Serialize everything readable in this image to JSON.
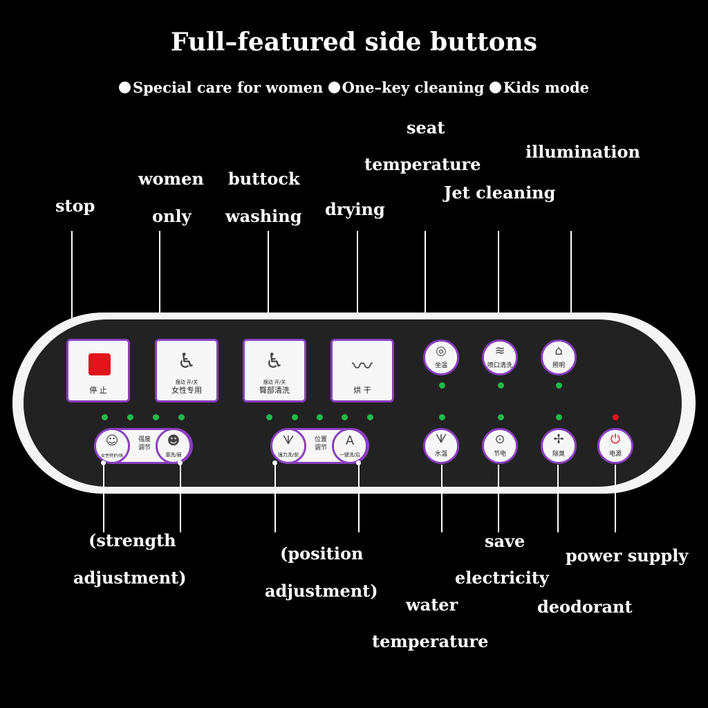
{
  "title": "Full–featured side buttons",
  "features": [
    "Special care for women",
    "One–key cleaning",
    "Kids mode"
  ],
  "labels": {
    "stop": "stop",
    "women_1": "women",
    "women_2": "only",
    "buttock_1": "buttock",
    "buttock_2": "washing",
    "drying": "drying",
    "seat_1": "seat",
    "seat_2": "temperature",
    "illumination": "illumination",
    "jet": "Jet cleaning",
    "strength_1": "(strength",
    "strength_2": "adjustment)",
    "position_1": "(position",
    "position_2": "adjustment)",
    "water_1": "water",
    "water_2": "temperature",
    "save_1": "save",
    "save_2": "electricity",
    "deodorant": "deodorant",
    "power": "power supply"
  },
  "panel": {
    "stop": {
      "cap": "停 止"
    },
    "women": {
      "small": "摆动 开/关",
      "cap": "女性专用",
      "icon": "seated-person-icon"
    },
    "buttock": {
      "small": "摆动 开/关",
      "cap": "臀部清洗",
      "icon": "seated-person-icon"
    },
    "drying": {
      "cap": "烘 干",
      "icon": "dryer-icon"
    },
    "seat_temp": {
      "cap": "坐温",
      "icon": "seat-icon"
    },
    "jet": {
      "cap": "喷口清洗",
      "icon": "nozzle-icon"
    },
    "light": {
      "cap": "照明",
      "icon": "lamp-icon"
    },
    "strength": {
      "mid_1": "强度",
      "mid_2": "调节",
      "left_cap": "女性特护/强",
      "right_cap": "童洗/弱"
    },
    "position": {
      "mid_1": "位置",
      "mid_2": "调节",
      "left_cap": "强力洗/前",
      "right_cap": "一键洗/后"
    },
    "water_temp": {
      "cap": "水温",
      "icon": "water-icon"
    },
    "save": {
      "cap": "节电",
      "icon": "power-save-icon"
    },
    "deodor": {
      "cap": "除臭",
      "icon": "fan-icon"
    },
    "power": {
      "cap": "电源",
      "icon": "power-icon"
    }
  },
  "colors": {
    "accent": "#8a3fc0",
    "led_on": "#21b94a",
    "led_power": "#e3141c",
    "stop": "#e3141c"
  }
}
